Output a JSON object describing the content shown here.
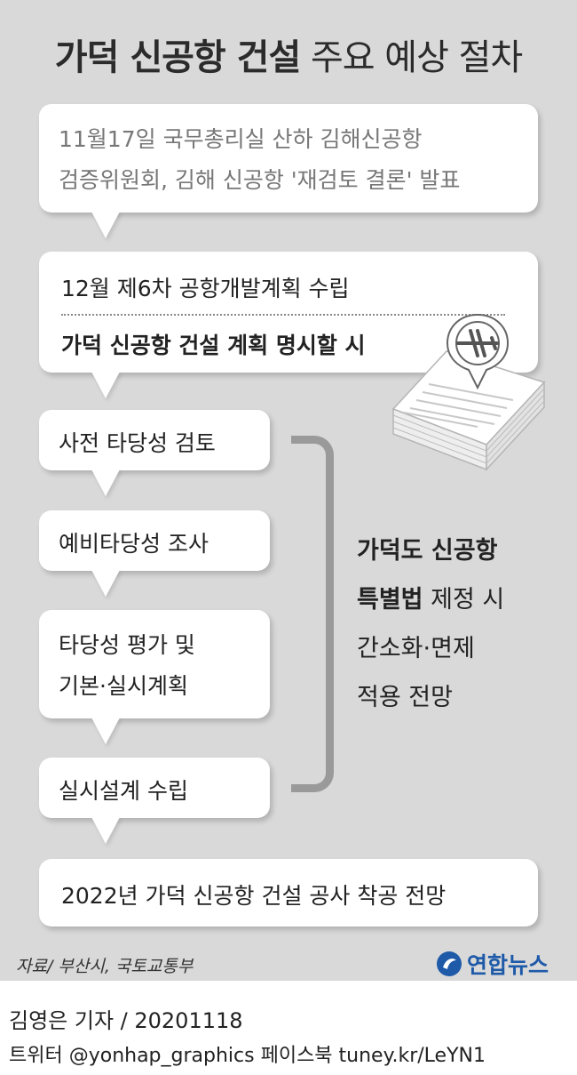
{
  "title": {
    "bold": "가덕 신공항 건설",
    "normal": "주요 예상 절차"
  },
  "step1": {
    "line1": "11월17일 국무총리실 산하 김해신공항",
    "line2": "검증위원회, 김해 신공항 '재검토 결론' 발표"
  },
  "step2": {
    "line1": "12월 제6차 공항개발계획 수립",
    "line2": "가덕 신공항 건설 계획 명시할 시"
  },
  "step3": "사전 타당성 검토",
  "step4": "예비타당성 조사",
  "step5": {
    "line1": "타당성 평가 및",
    "line2": "기본·실시계획"
  },
  "step6": "실시설계 수립",
  "step7": "2022년 가덕 신공항 건설 공사 착공 전망",
  "side_note": {
    "line1": "가덕도 신공항",
    "line2_bold": "특별법",
    "line2_rest": " 제정 시",
    "line3": "간소화·면제",
    "line4": "적용 전망"
  },
  "source": "자료/ 부산시, 국토교통부",
  "logo": "연합뉴스",
  "credit": {
    "reporter": "김영은 기자",
    "date": " / 20201118",
    "social": "트위터 @yonhap_graphics  페이스북 tuney.kr/LeYN1"
  },
  "icons": {
    "pin": "airplane-pin-icon",
    "documents": "document-stack-icon",
    "logo_mark": "yonhap-logo-icon"
  }
}
